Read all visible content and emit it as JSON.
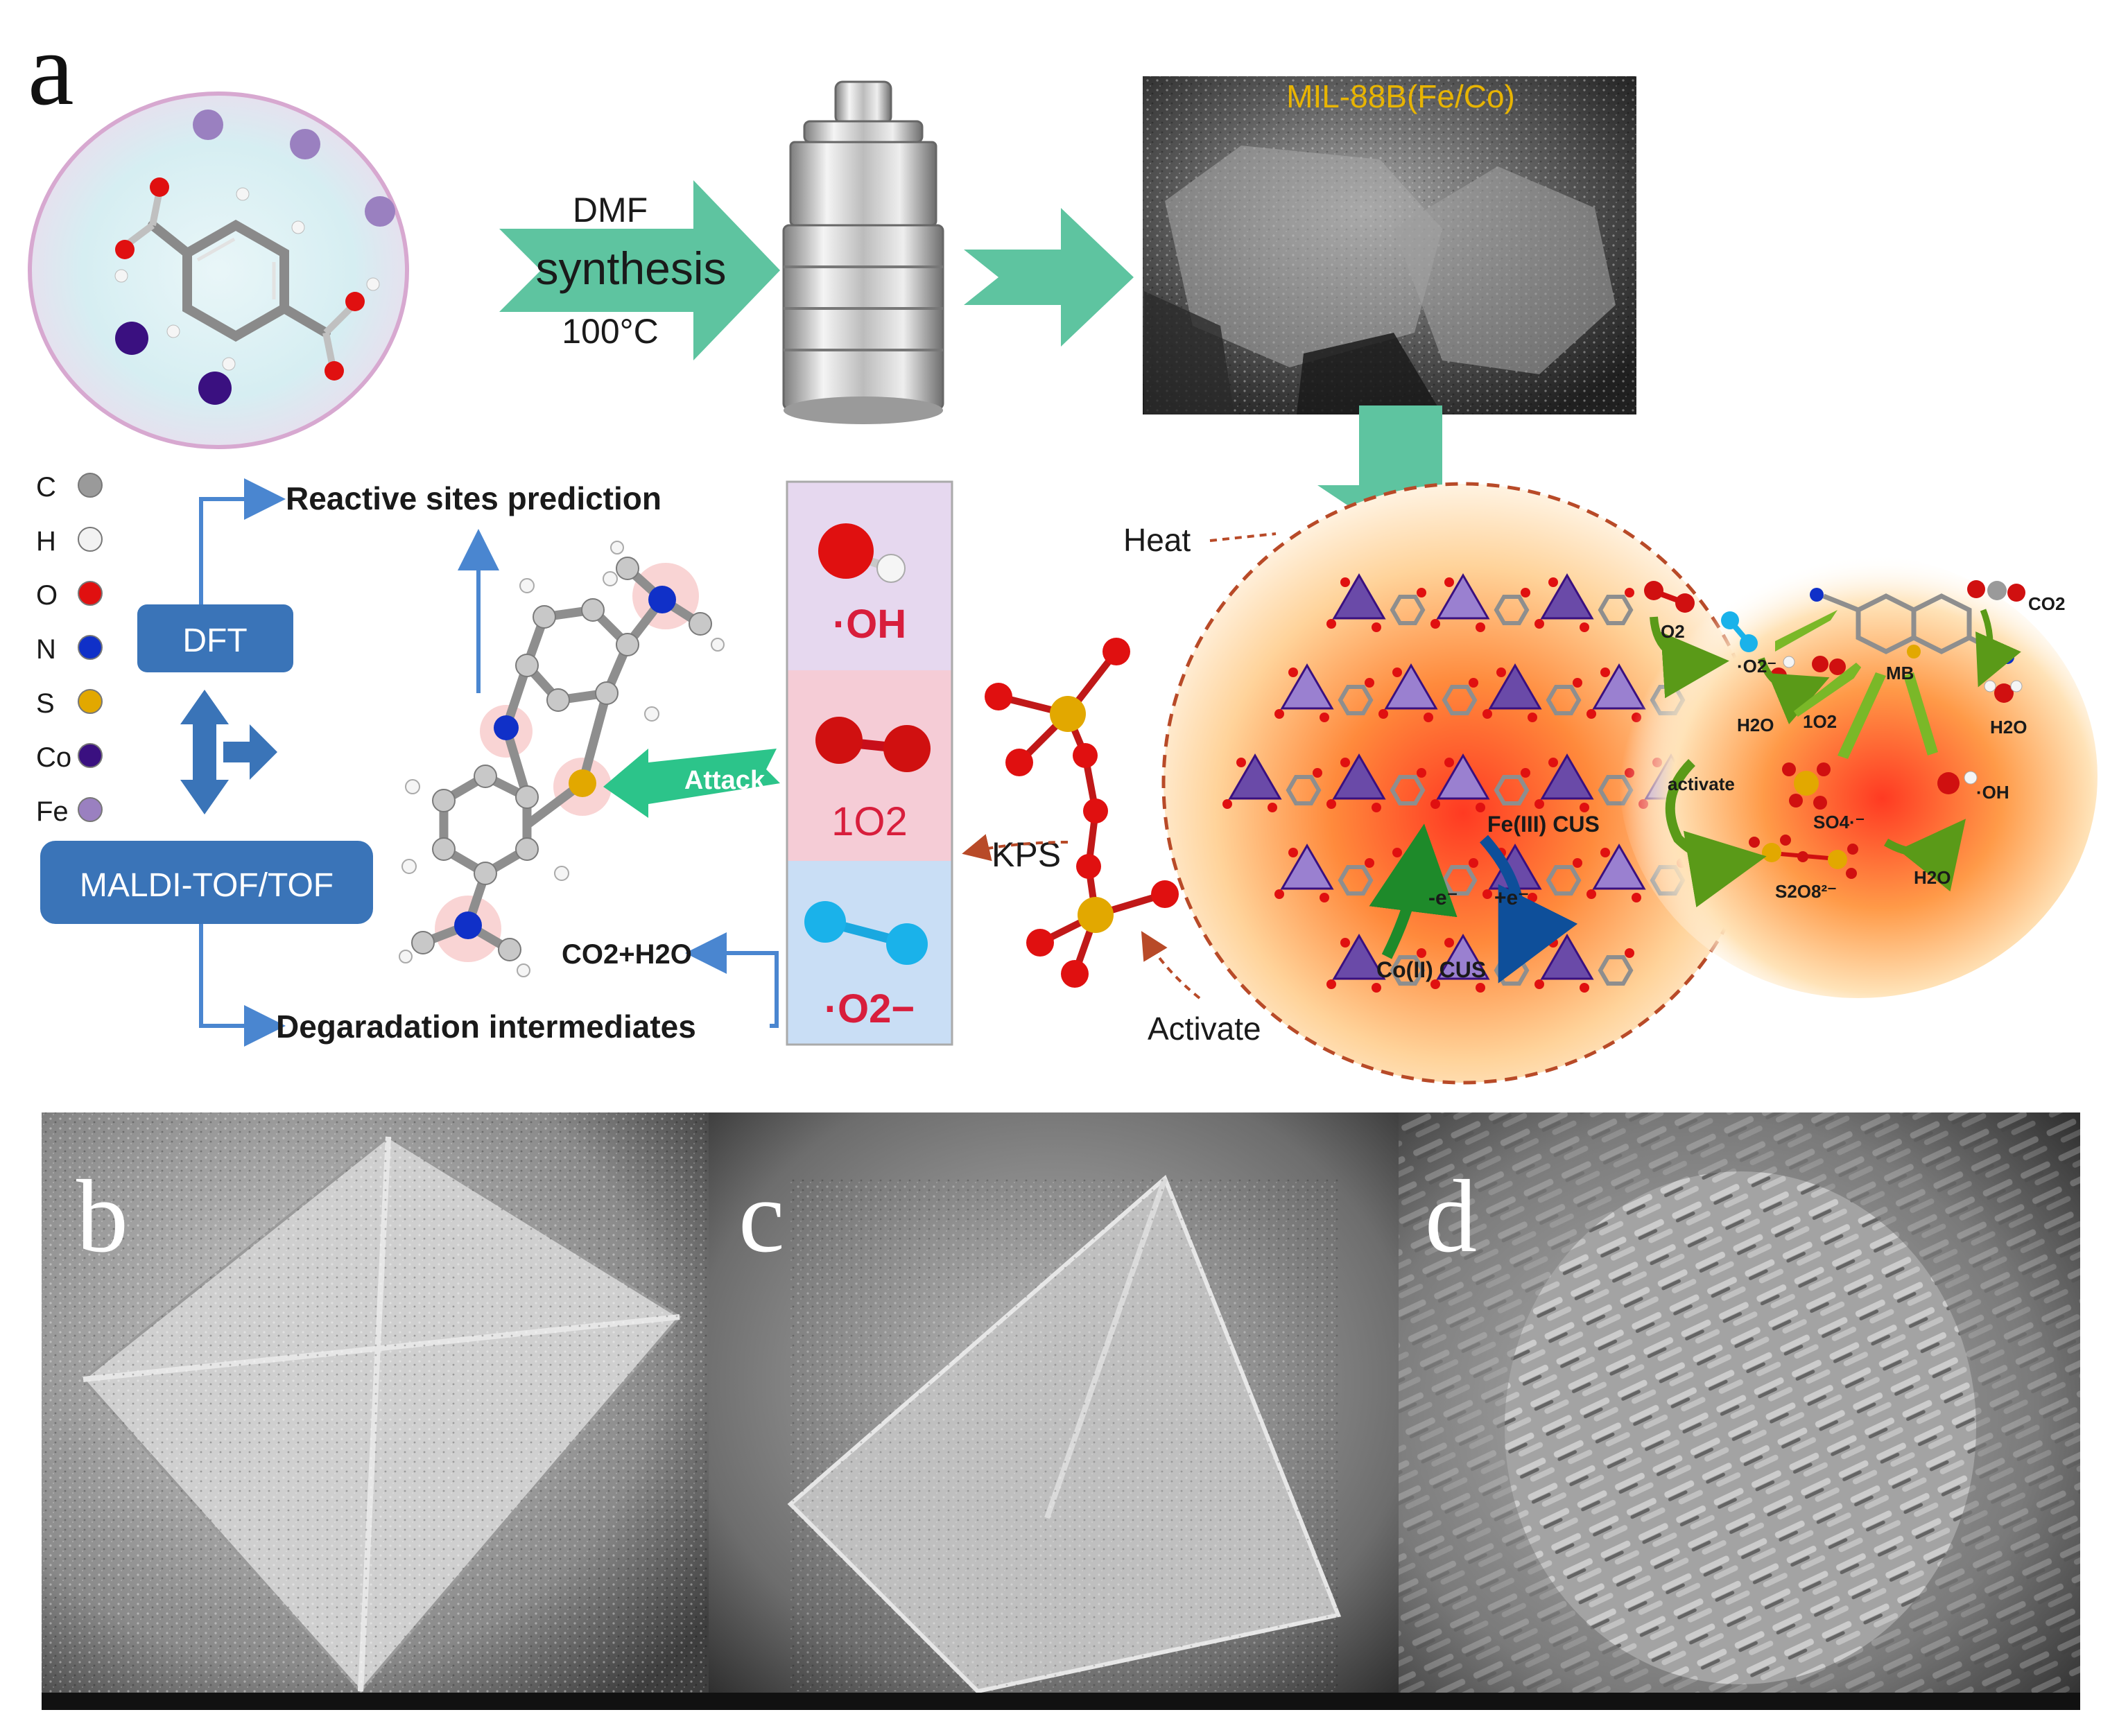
{
  "panel_labels": {
    "a": "a",
    "b": "b",
    "c": "c",
    "d": "d"
  },
  "synthesis": {
    "solvent": "DMF",
    "process": "synthesis",
    "temperature": "100°C"
  },
  "sem_top": {
    "label": "MIL-88B(Fe/Co)",
    "label_color": "#e8b400"
  },
  "legend": [
    {
      "symbol": "C",
      "color": "#9a9a9a"
    },
    {
      "symbol": "H",
      "color": "#f2f2f2"
    },
    {
      "symbol": "O",
      "color": "#e01010"
    },
    {
      "symbol": "N",
      "color": "#1030c8"
    },
    {
      "symbol": "S",
      "color": "#e2a800"
    },
    {
      "symbol": "Co",
      "color": "#3a1080"
    },
    {
      "symbol": "Fe",
      "color": "#9a80c0"
    }
  ],
  "flow": {
    "dft": "DFT",
    "maldi": "MALDI-TOF/TOF",
    "reactive_sites": "Reactive sites prediction",
    "degradation": "Degaradation intermediates",
    "co2_h2o": "CO2+H2O",
    "attack": "Attack"
  },
  "species": [
    {
      "label": "·OH",
      "bg": "#e6d8ef"
    },
    {
      "label": "1O2",
      "bg": "#f5ccd6"
    },
    {
      "label": "·O2−",
      "bg": "#c9def5"
    }
  ],
  "mechanism": {
    "kps": "KPS",
    "heat": "Heat",
    "activate": "Activate",
    "fe_cus": "Fe(III) CUS",
    "co_cus": "Co(II) CUS",
    "minus_e": "-e⁻",
    "plus_e": "+e⁻"
  },
  "pathway": {
    "o2": "O2",
    "o2_radical": "·O2⁻",
    "h2o_1": "H2O",
    "singlet_o2": "1O2",
    "mb": "MB",
    "co2": "CO2",
    "h2o_2": "H2O",
    "activate": "activate",
    "so4": "SO4·⁻",
    "oh": "·OH",
    "s2o8": "S2O8²⁻",
    "h2o_3": "H2O"
  },
  "colors": {
    "arrow_green": "#5ec4a0",
    "box_blue": "#3a74b8",
    "flow_blue": "#4a86d0",
    "species_red": "#d81e3c",
    "dashed": "#b84a28"
  }
}
